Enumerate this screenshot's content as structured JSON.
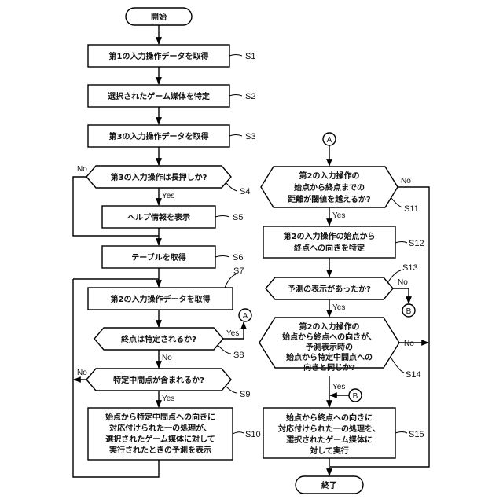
{
  "start": "開始",
  "end": "終了",
  "connectors": {
    "a": "A",
    "b": "B"
  },
  "answers": {
    "yes": "Yes",
    "no": "No"
  },
  "steps": {
    "s1": {
      "label": "S1",
      "text": "第1の入力操作データを取得"
    },
    "s2": {
      "label": "S2",
      "text": "選択されたゲーム媒体を特定"
    },
    "s3": {
      "label": "S3",
      "text": "第3の入力操作データを取得"
    },
    "s4": {
      "label": "S4",
      "text": "第3の入力操作は長押しか?"
    },
    "s5": {
      "label": "S5",
      "text": "ヘルプ情報を表示"
    },
    "s6": {
      "label": "S6",
      "text": "テーブルを取得"
    },
    "s7": {
      "label": "S7",
      "text": "第2の入力操作データを取得"
    },
    "s8": {
      "label": "S8",
      "text": "終点は特定されるか?"
    },
    "s9": {
      "label": "S9",
      "text": "特定中間点が含まれるか?"
    },
    "s10": {
      "label": "S10",
      "lines": [
        "始点から特定中間点への向きに",
        "対応付けられた一の処理が、",
        "選択されたゲーム媒体に対して",
        "実行されたときの予測を表示"
      ]
    },
    "s11": {
      "label": "S11",
      "lines": [
        "第2の入力操作の",
        "始点から終点までの",
        "距離が閾値を越えるか?"
      ]
    },
    "s12": {
      "label": "S12",
      "lines": [
        "第2の入力操作の始点から",
        "終点への向きを特定"
      ]
    },
    "s13": {
      "label": "S13",
      "text": "予測の表示があったか?"
    },
    "s14": {
      "label": "S14",
      "lines": [
        "第2の入力操作の",
        "始点から終点への向きが、",
        "予測表示時の",
        "始点から特定中間点への",
        "向きと同じか?"
      ]
    },
    "s15": {
      "label": "S15",
      "lines": [
        "始点から終点への向きに",
        "対応付けられた一の処理を、",
        "選択されたゲーム媒体に",
        "対して実行"
      ]
    }
  }
}
